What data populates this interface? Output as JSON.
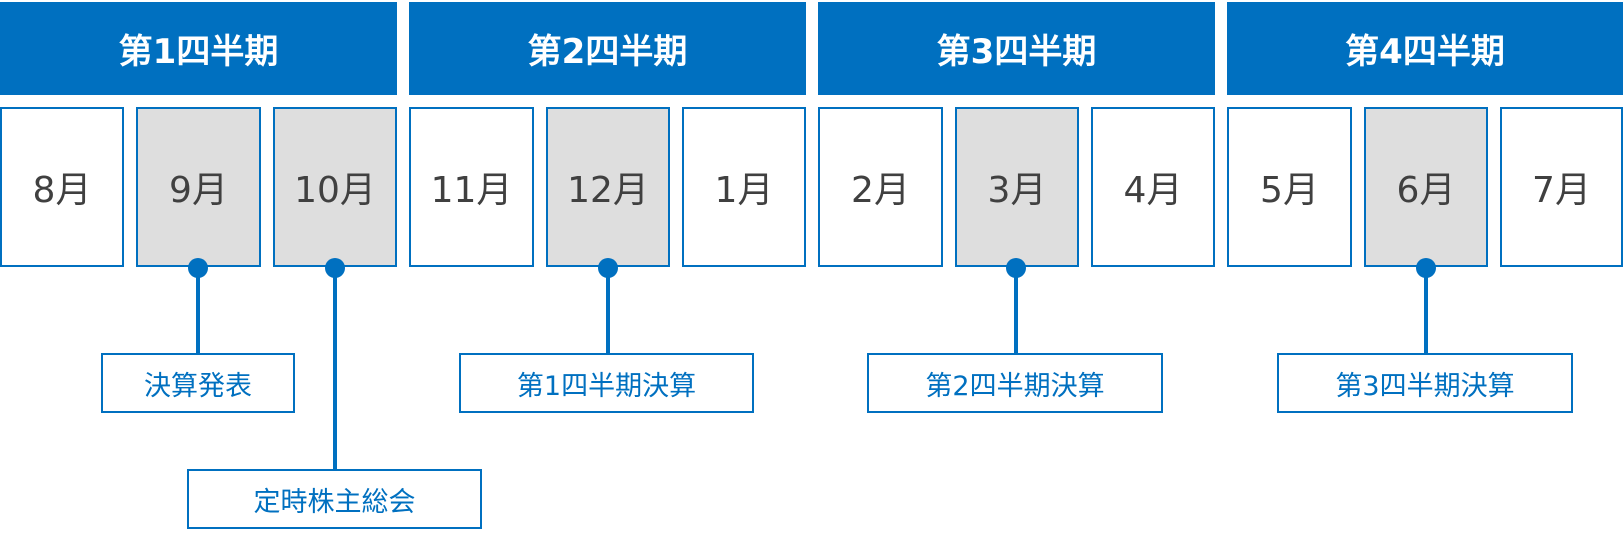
{
  "quarters": [
    {
      "label": "第1四半期"
    },
    {
      "label": "第2四半期"
    },
    {
      "label": "第3四半期"
    },
    {
      "label": "第4四半期"
    }
  ],
  "months": [
    {
      "label": "8月",
      "highlighted": false
    },
    {
      "label": "9月",
      "highlighted": true
    },
    {
      "label": "10月",
      "highlighted": true
    },
    {
      "label": "11月",
      "highlighted": false
    },
    {
      "label": "12月",
      "highlighted": true
    },
    {
      "label": "1月",
      "highlighted": false
    },
    {
      "label": "2月",
      "highlighted": false
    },
    {
      "label": "3月",
      "highlighted": true
    },
    {
      "label": "4月",
      "highlighted": false
    },
    {
      "label": "5月",
      "highlighted": false
    },
    {
      "label": "6月",
      "highlighted": true
    },
    {
      "label": "7月",
      "highlighted": false
    }
  ],
  "events": [
    {
      "label": "決算発表",
      "month": "9月"
    },
    {
      "label": "定時株主総会",
      "month": "10月"
    },
    {
      "label": "第1四半期決算",
      "month": "12月"
    },
    {
      "label": "第2四半期決算",
      "month": "3月"
    },
    {
      "label": "第3四半期決算",
      "month": "6月"
    }
  ],
  "colors": {
    "accent": "#0070c0",
    "highlight": "#dedede",
    "text": "#404040"
  }
}
